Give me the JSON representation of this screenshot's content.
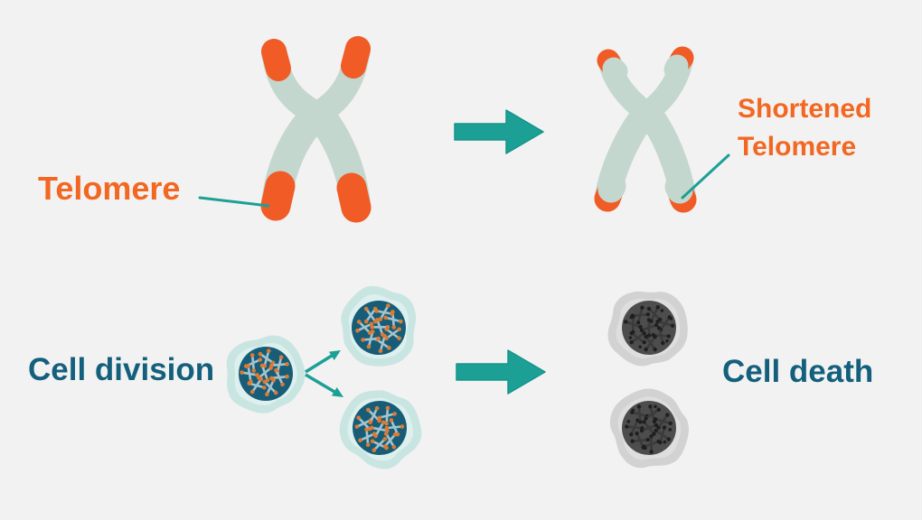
{
  "colors": {
    "background": "#F2F2F2",
    "orange": "#F15B25",
    "orange_text": "#F26822",
    "teal": "#1CA095",
    "teal_edge": "#14948A",
    "teal_text": "#14607C",
    "chromosome_body": "#C4D7CE",
    "cell_outer": "#C9E5E2",
    "cell_inner": "#DDF0ED",
    "nucleus": "#175D78",
    "mini_chromosome": "#A4C4CD",
    "mini_tip": "#DD7A33",
    "dead_outer": "#D2D2D2",
    "dead_inner": "#DEDEDE",
    "dead_nucleus": "#4D4D4D",
    "dead_chromosome": "#3B3B3B",
    "dead_dot": "#1F1F1F"
  },
  "labels": {
    "telomere": "Telomere",
    "shortened_telomere": "Shortened Telomere",
    "cell_division": "Cell division",
    "cell_death": "Cell death"
  }
}
